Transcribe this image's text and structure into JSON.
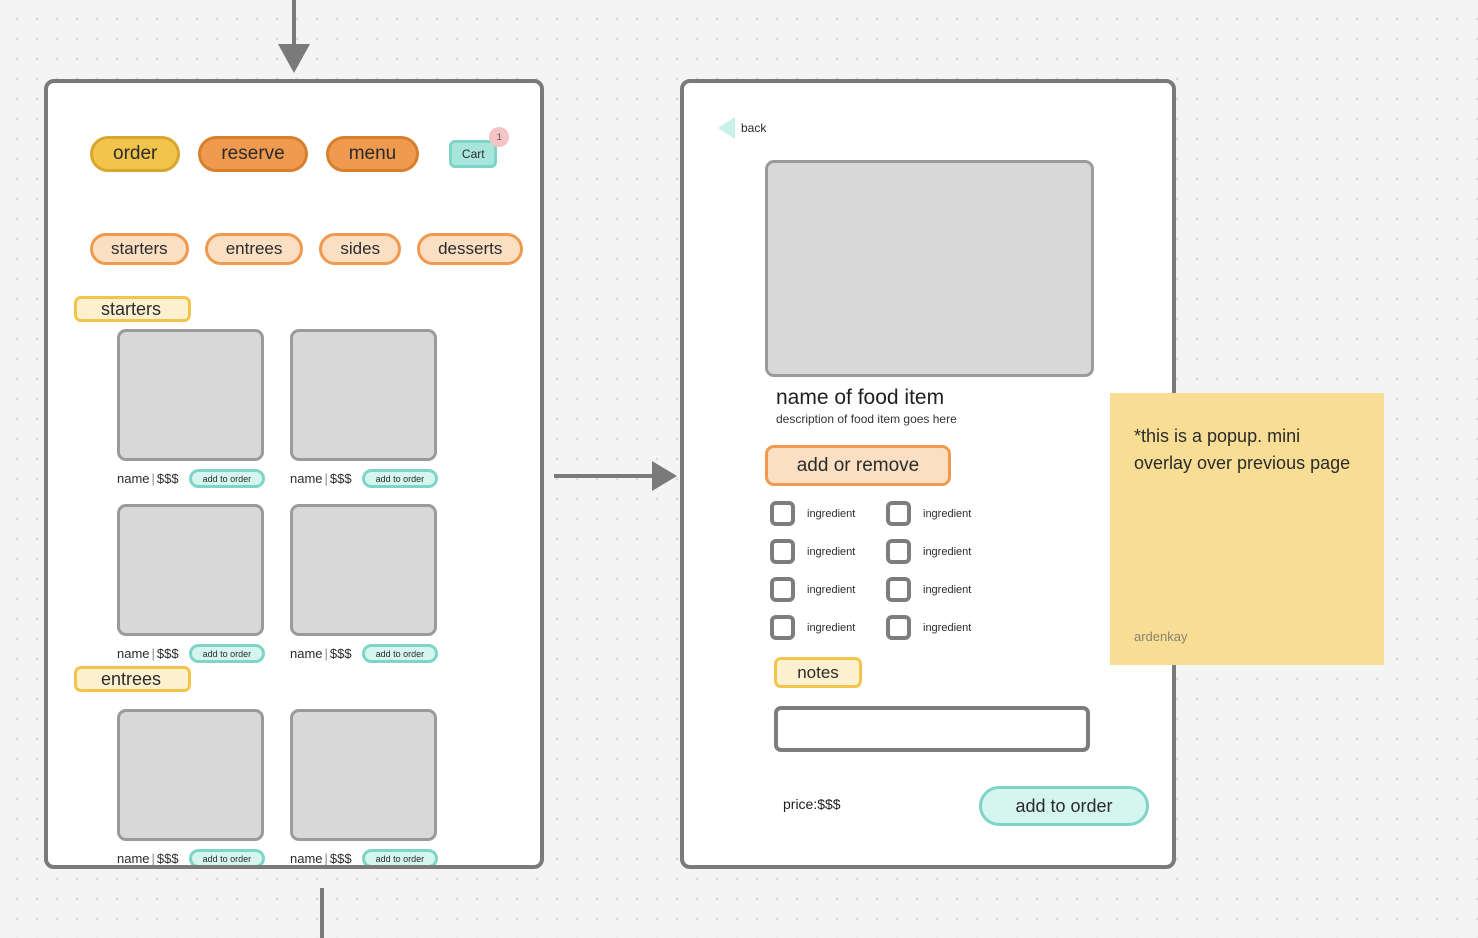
{
  "canvas": {
    "background_color": "#f4f4f4",
    "dot_color": "#d9d9d9"
  },
  "connectors": {
    "top_arrow": "arrow-down-into-menu-panel",
    "middle_arrow": "arrow-right-menu-to-detail",
    "bottom_line": "line-down-from-menu-panel"
  },
  "menu_panel": {
    "nav": [
      {
        "label": "order",
        "bg": "#f3c44b",
        "border": "#d8a62f"
      },
      {
        "label": "reserve",
        "bg": "#ef9a4e",
        "border": "#d87f2d"
      },
      {
        "label": "menu",
        "bg": "#ef9a4e",
        "border": "#d87f2d"
      }
    ],
    "cart": {
      "label": "Cart",
      "badge_count": "1",
      "bg": "#a8e6dc",
      "border": "#7fd4c8",
      "badge_bg": "#f4c3c3"
    },
    "categories": [
      {
        "label": "starters"
      },
      {
        "label": "entrees"
      },
      {
        "label": "sides"
      },
      {
        "label": "desserts"
      }
    ],
    "sections": [
      {
        "heading": "starters",
        "rows": [
          [
            {
              "name": "name",
              "separator": "|",
              "price": "$$$",
              "action": "add to order"
            },
            {
              "name": "name",
              "separator": "|",
              "price": "$$$",
              "action": "add to order"
            }
          ],
          [
            {
              "name": "name",
              "separator": "|",
              "price": "$$$",
              "action": "add to order"
            },
            {
              "name": "name",
              "separator": "|",
              "price": "$$$",
              "action": "add to order"
            }
          ]
        ]
      },
      {
        "heading": "entrees",
        "rows": [
          [
            {
              "name": "name",
              "separator": "|",
              "price": "$$$",
              "action": "add to order"
            },
            {
              "name": "name",
              "separator": "|",
              "price": "$$$",
              "action": "add to order"
            }
          ]
        ]
      }
    ]
  },
  "detail_panel": {
    "back": {
      "label": "back",
      "icon": "back-triangle-icon",
      "color": "#c8f0ea"
    },
    "item": {
      "title": "name of food item",
      "description": "description of food item goes here"
    },
    "add_or_remove": {
      "label": "add or remove",
      "bg": "#fbdfc2",
      "border": "#ef9a4e"
    },
    "ingredients": [
      {
        "label": "ingredient",
        "checked": false
      },
      {
        "label": "ingredient",
        "checked": false
      },
      {
        "label": "ingredient",
        "checked": false
      },
      {
        "label": "ingredient",
        "checked": false
      },
      {
        "label": "ingredient",
        "checked": false
      },
      {
        "label": "ingredient",
        "checked": false
      },
      {
        "label": "ingredient",
        "checked": false
      },
      {
        "label": "ingredient",
        "checked": false
      }
    ],
    "notes": {
      "tag_label": "notes",
      "value": "",
      "placeholder": ""
    },
    "price_label": "price:$$$",
    "add_to_order": {
      "label": "add to order",
      "bg": "#d5f5ef",
      "border": "#7fd4c8"
    }
  },
  "sticky_note": {
    "text": "*this is a popup. mini overlay over previous page",
    "author": "ardenkay",
    "bg": "#f8dd95"
  }
}
